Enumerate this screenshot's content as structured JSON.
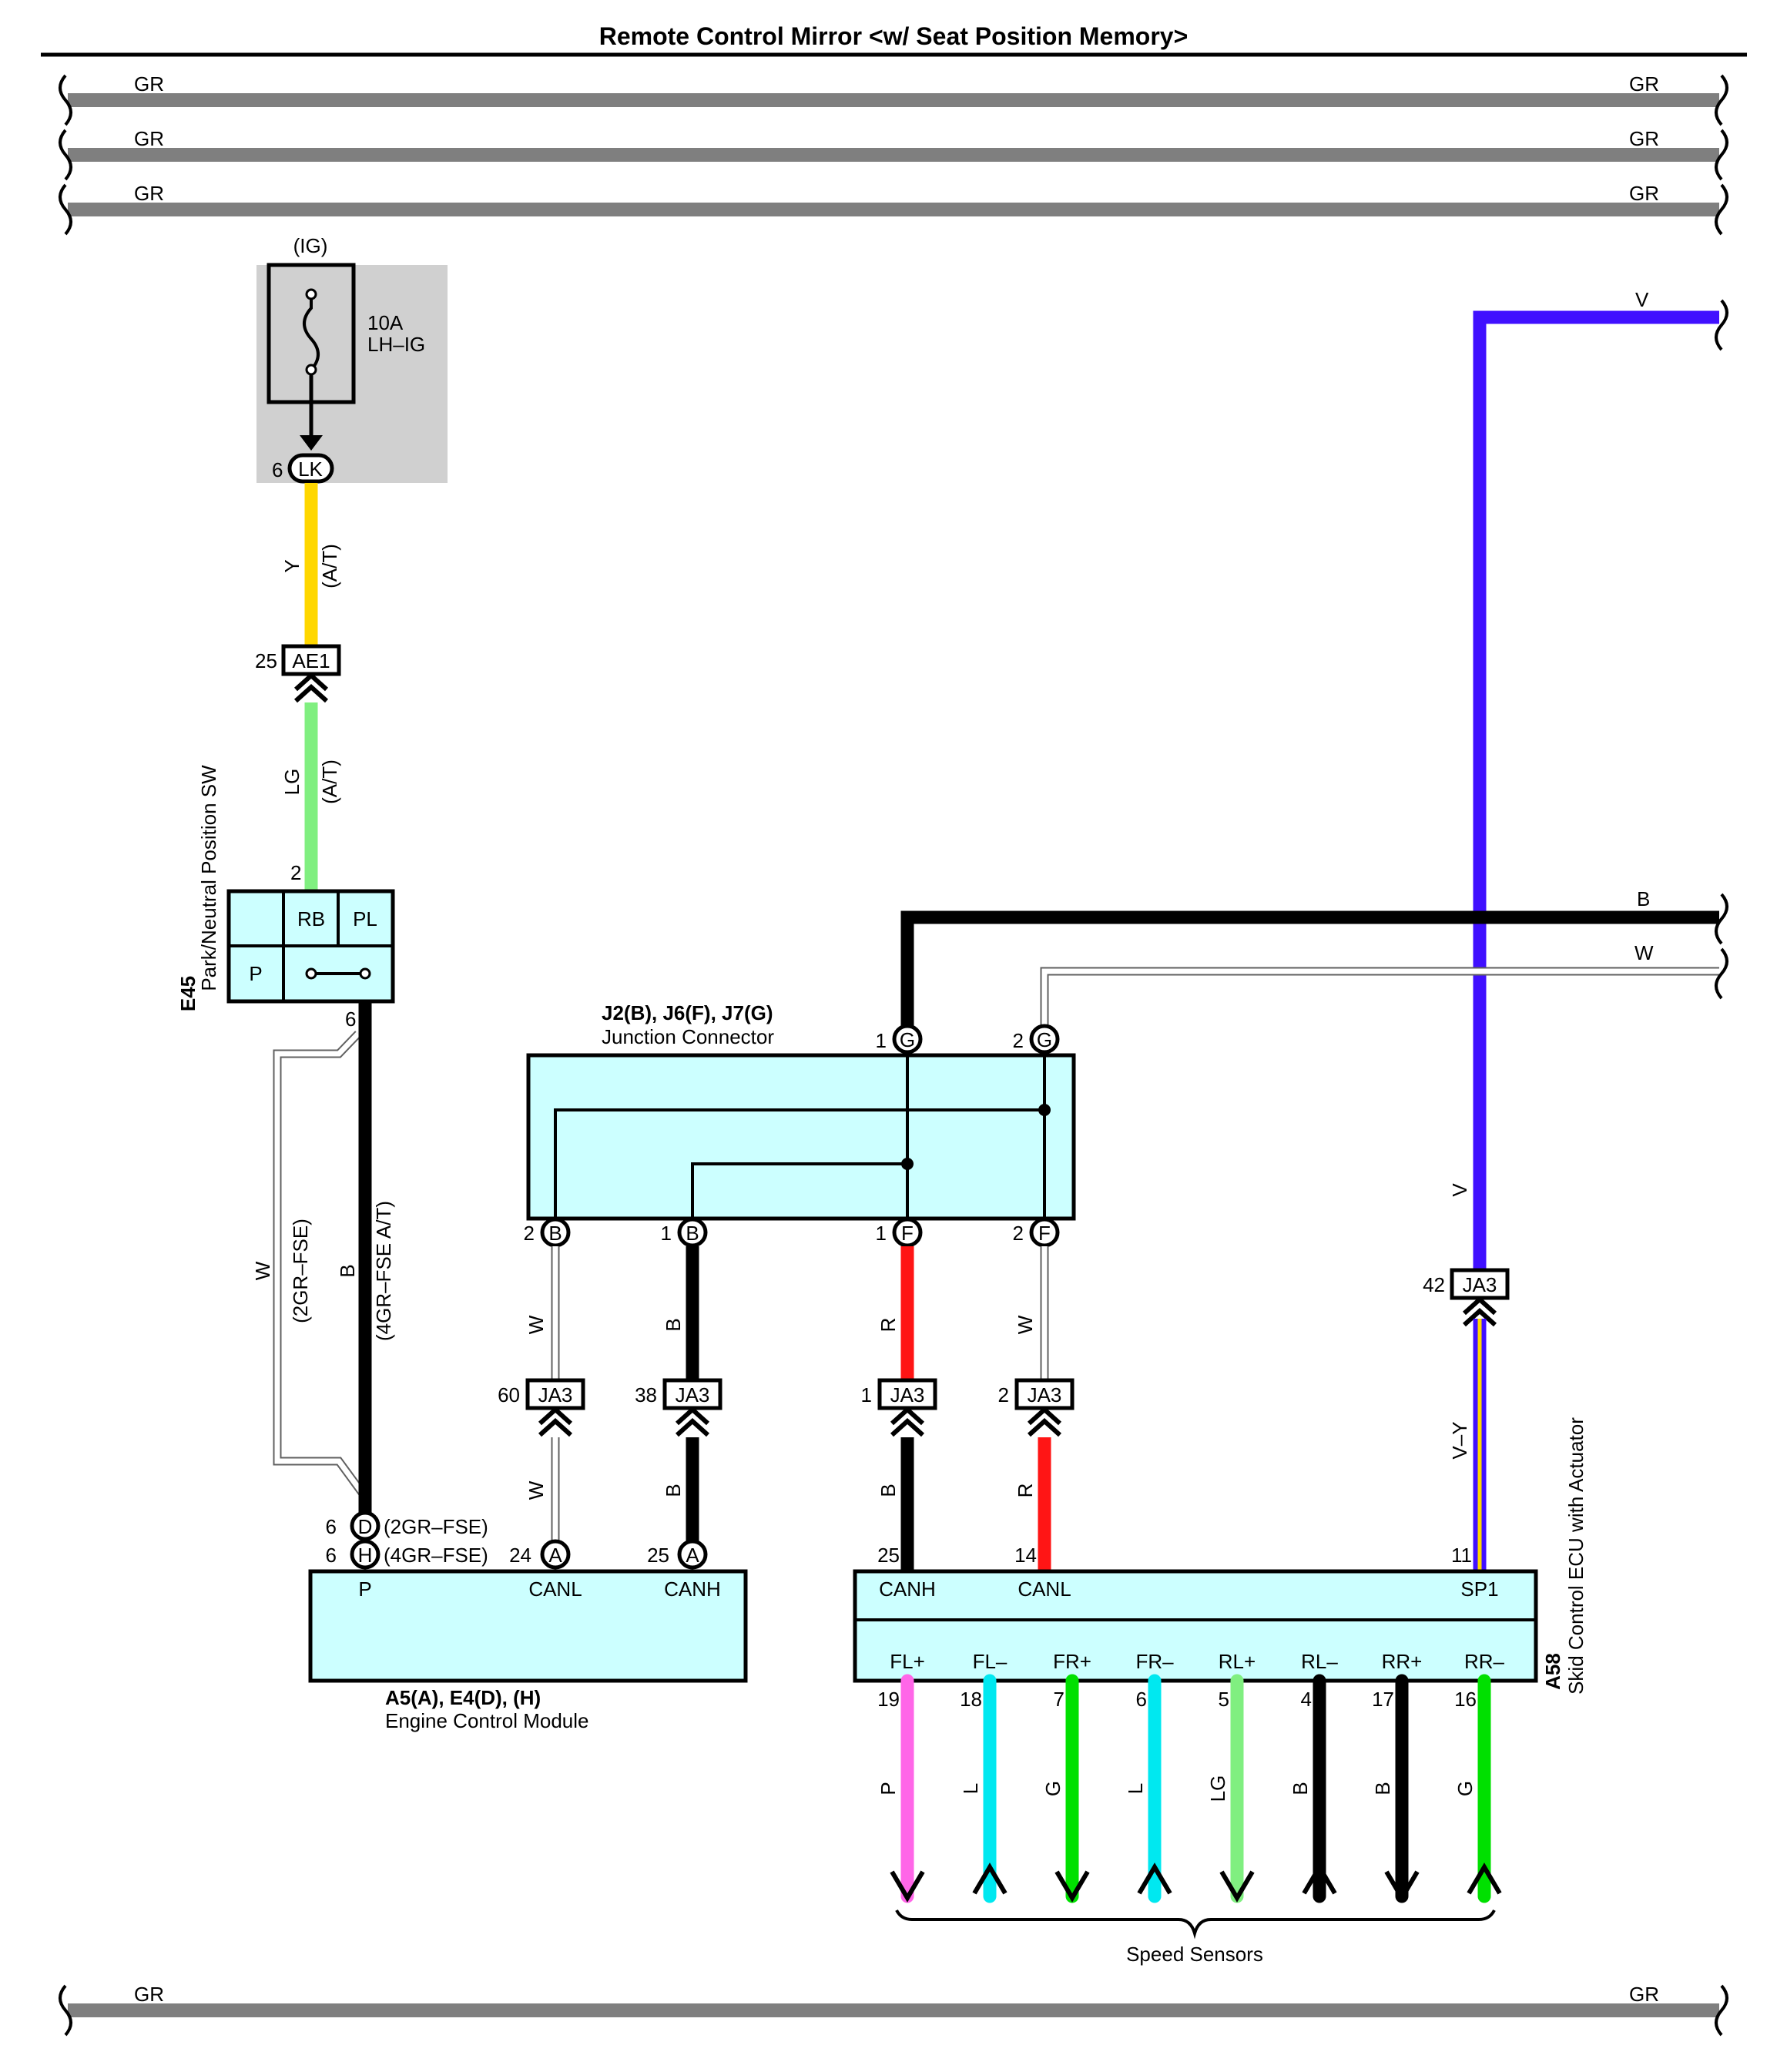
{
  "title": "Remote Control Mirror <w/ Seat Position Memory>",
  "colors": {
    "GR": "#7f7f7f",
    "Y": "#ffd700",
    "LG": "#80ef80",
    "B": "#000000",
    "W": "#ffffff",
    "R": "#ff1515",
    "V": "#4010ff",
    "P": "#ff66e8",
    "L": "#00e8f0",
    "G": "#00e000",
    "component_fill": "#ccffff",
    "fuse_shade": "#d0d0d0"
  },
  "top_buses": [
    {
      "left": "GR",
      "right": "GR"
    },
    {
      "left": "GR",
      "right": "GR"
    },
    {
      "left": "GR",
      "right": "GR"
    }
  ],
  "bottom_bus": {
    "left": "GR",
    "right": "GR"
  },
  "fuse": {
    "supply": "(IG)",
    "rating": "10A",
    "name": "LH–IG",
    "connector_pin": "6",
    "connector": "LK"
  },
  "wire_y": {
    "color": "Y",
    "note": "(A/T)"
  },
  "connector_ae1": {
    "pin": "25",
    "label": "AE1"
  },
  "wire_lg": {
    "color": "LG",
    "note": "(A/T)"
  },
  "e45": {
    "code": "E45",
    "name": "Park/Neutral Position SW",
    "top_pin": "2",
    "bottom_pin": "6",
    "cells": [
      "RB",
      "PL",
      "P"
    ]
  },
  "e45_wires": {
    "w_color": "W",
    "w_note": "(2GR–FSE)",
    "b_color": "B",
    "b_note": "(4GR–FSE A/T)"
  },
  "junction": {
    "codes": "J2(B), J6(F), J7(G)",
    "name": "Junction Connector",
    "top_pins": [
      {
        "pin": "1",
        "label": "G"
      },
      {
        "pin": "2",
        "label": "G"
      }
    ],
    "bottom_pins": [
      {
        "pin": "2",
        "label": "B"
      },
      {
        "pin": "1",
        "label": "B"
      },
      {
        "pin": "1",
        "label": "F"
      },
      {
        "pin": "2",
        "label": "F"
      }
    ]
  },
  "right_wires": {
    "v_top": "V",
    "b": "B",
    "w": "W",
    "v_mid": "V",
    "vy": "V–Y",
    "ja3_pin": "42",
    "ja3_label": "JA3"
  },
  "ja3_connectors": [
    {
      "pin": "60",
      "label": "JA3"
    },
    {
      "pin": "38",
      "label": "JA3"
    },
    {
      "pin": "1",
      "label": "JA3"
    },
    {
      "pin": "2",
      "label": "JA3"
    }
  ],
  "can_wires": {
    "upper": [
      "W",
      "B",
      "R",
      "W"
    ],
    "lower": [
      "W",
      "B",
      "B",
      "R"
    ]
  },
  "ecm": {
    "codes": "A5(A), E4(D), (H)",
    "name": "Engine Control Module",
    "pin_d": {
      "pin": "6",
      "label": "D",
      "note": "(2GR–FSE)"
    },
    "pin_h": {
      "pin": "6",
      "label": "H",
      "note": "(4GR–FSE)"
    },
    "pin_canl": {
      "pin": "24",
      "label": "A"
    },
    "pin_canh": {
      "pin": "25",
      "label": "A"
    },
    "terminals": [
      "P",
      "CANL",
      "CANH"
    ]
  },
  "skid": {
    "code": "A58",
    "name": "Skid Control ECU with Actuator",
    "top_terminals": [
      {
        "pin": "25",
        "name": "CANH"
      },
      {
        "pin": "14",
        "name": "CANL"
      },
      {
        "pin": "11",
        "name": "SP1"
      }
    ],
    "sensor_terminals": [
      {
        "name": "FL+",
        "pin": "19",
        "color": "P",
        "dir": "down"
      },
      {
        "name": "FL–",
        "pin": "18",
        "color": "L",
        "dir": "up"
      },
      {
        "name": "FR+",
        "pin": "7",
        "color": "G",
        "dir": "down"
      },
      {
        "name": "FR–",
        "pin": "6",
        "color": "L",
        "dir": "up"
      },
      {
        "name": "RL+",
        "pin": "5",
        "color": "LG",
        "dir": "down"
      },
      {
        "name": "RL–",
        "pin": "4",
        "color": "B",
        "dir": "up"
      },
      {
        "name": "RR+",
        "pin": "17",
        "color": "B",
        "dir": "down"
      },
      {
        "name": "RR–",
        "pin": "16",
        "color": "G",
        "dir": "up"
      }
    ]
  },
  "speed_sensors": "Speed Sensors"
}
